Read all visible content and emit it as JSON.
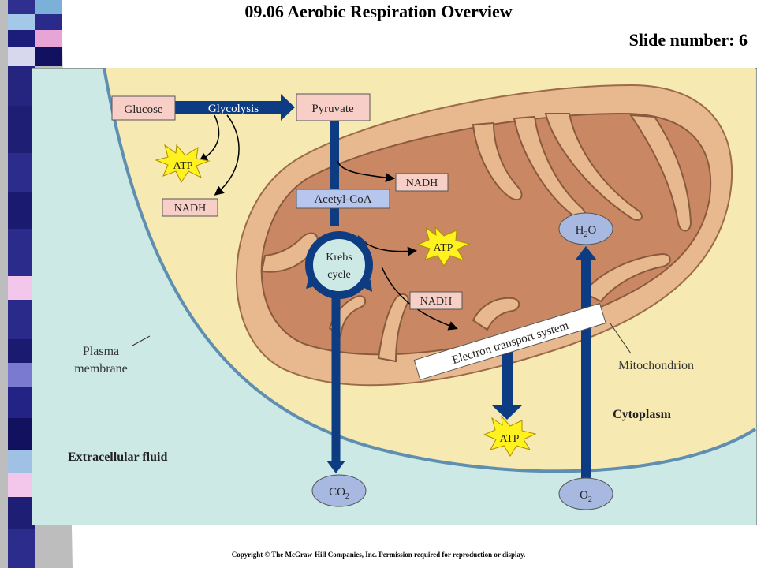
{
  "slide": {
    "title": "09.06 Aerobic Respiration Overview",
    "slide_number": "Slide number: 6",
    "copyright": "Copyright © The McGraw-Hill Companies, Inc. Permission required for reproduction or display."
  },
  "diagram": {
    "labels": {
      "glucose": "Glucose",
      "glycolysis": "Glycolysis",
      "pyruvate": "Pyruvate",
      "atp_glycolysis": "ATP",
      "nadh_glycolysis": "NADH",
      "nadh_pyruvate": "NADH",
      "acetyl_coa": "Acetyl-CoA",
      "krebs_line1": "Krebs",
      "krebs_line2": "cycle",
      "atp_krebs": "ATP",
      "nadh_krebs": "NADH",
      "electron_transport": "Electron  transport  system",
      "atp_ets": "ATP",
      "h2o_main": "H",
      "h2o_sub": "2",
      "h2o_end": "O",
      "co2_main": "CO",
      "co2_sub": "2",
      "o2_main": "O",
      "o2_sub": "2",
      "plasma_line1": "Plasma",
      "plasma_line2": "membrane",
      "mitochondrion": "Mitochondrion",
      "cytoplasm": "Cytoplasm",
      "extracellular": "Extracellular fluid"
    },
    "colors": {
      "extracellular": "#cde9e6",
      "cytoplasm": "#f6e9b1",
      "mito_outer": "#e8b98f",
      "mito_matrix": "#c98863",
      "arrow_blue": "#0d3c82",
      "membrane_blue": "#5f8fb0",
      "atp_yellow": "#fff21e",
      "bubble_blue": "#a7b9e1",
      "label_pink": "#f7cfc6",
      "label_blue": "#b7c6ec"
    }
  }
}
